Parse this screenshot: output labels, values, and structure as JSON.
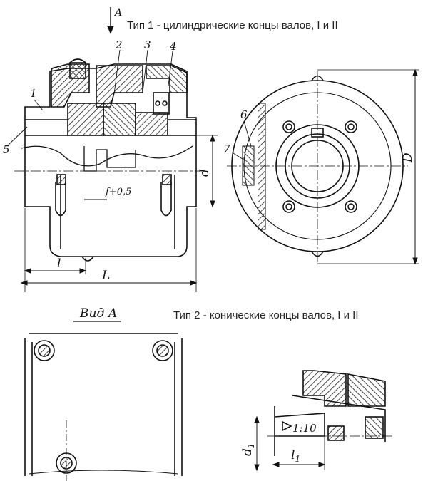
{
  "captions": {
    "type1": "Тип 1 - цилиндрические концы валов, I и II",
    "type2": "Тип 2 - конические концы валов, I и II"
  },
  "view_arrow_letter": "A",
  "view_label": "Вид А",
  "part_numbers": [
    "1",
    "2",
    "3",
    "4",
    "5",
    "6",
    "7"
  ],
  "dimensions": {
    "l": "l",
    "L": "L",
    "d": "d",
    "D": "D",
    "gap": "f+0,5",
    "d1": "d",
    "d1_sub": "1",
    "l1": "l",
    "l1_sub": "1",
    "taper": "1:10"
  }
}
